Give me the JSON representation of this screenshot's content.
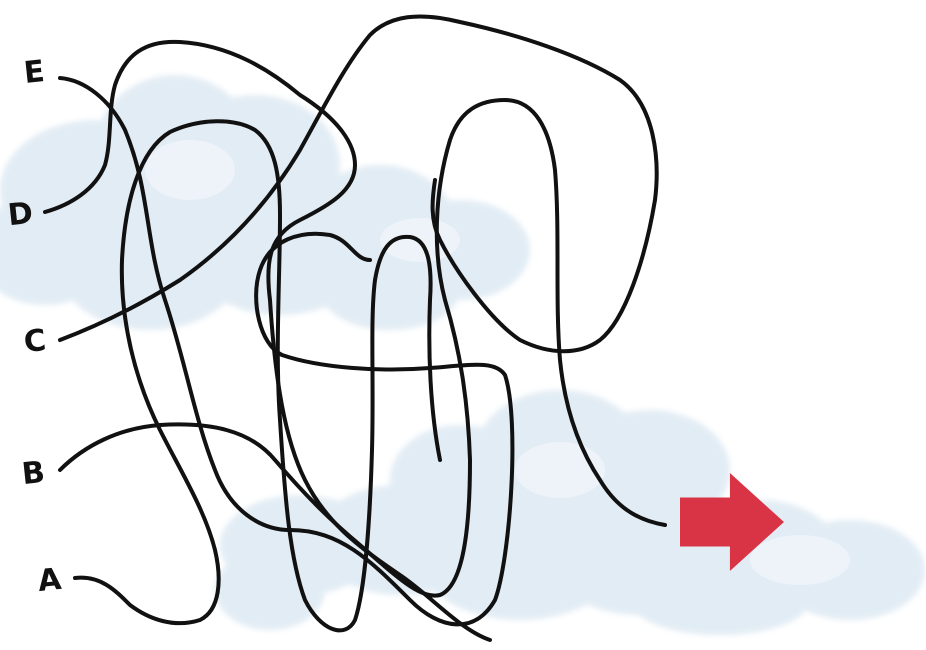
{
  "maze": {
    "start_labels": [
      "A",
      "B",
      "C",
      "D",
      "E"
    ],
    "labels": {
      "a": "A",
      "b": "B",
      "c": "C",
      "d": "D",
      "e": "E"
    },
    "arrow_color": "#d93446",
    "line_color": "#111111",
    "cloud_color": "#dbe8f3",
    "arrow_icon": "right-arrow-icon"
  }
}
